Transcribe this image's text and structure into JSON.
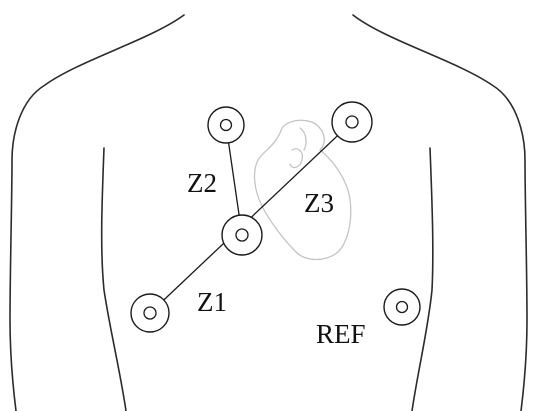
{
  "labels": {
    "z1": "Z1",
    "z2": "Z2",
    "z3": "Z3",
    "ref": "REF"
  }
}
